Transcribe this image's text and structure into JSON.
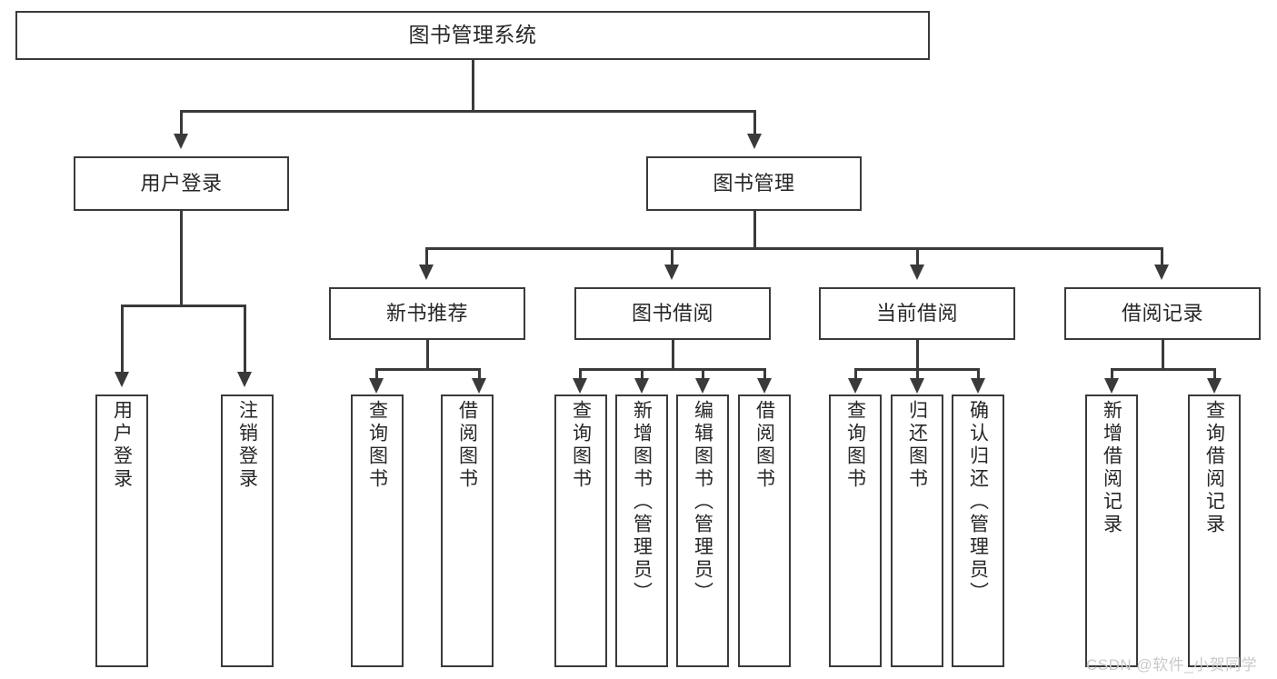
{
  "diagram": {
    "title": "图书管理系统",
    "watermark": "CSDN @软件_小贺同学",
    "accent_color": "#3a3a3a",
    "background_color": "#ffffff",
    "text_color": "#262626",
    "root": {
      "label": "图书管理系统"
    },
    "level2": [
      {
        "label": "用户登录"
      },
      {
        "label": "图书管理"
      }
    ],
    "level3": [
      {
        "label": "新书推荐"
      },
      {
        "label": "图书借阅"
      },
      {
        "label": "当前借阅"
      },
      {
        "label": "借阅记录"
      }
    ],
    "leaves": {
      "user_login": [
        {
          "label": "用户登录"
        },
        {
          "label": "注销登录"
        }
      ],
      "new_book": [
        {
          "label": "查询图书"
        },
        {
          "label": "借阅图书"
        }
      ],
      "borrow_book": [
        {
          "label": "查询图书"
        },
        {
          "label": "新增图书（管理员）"
        },
        {
          "label": "编辑图书（管理员）"
        },
        {
          "label": "借阅图书"
        }
      ],
      "current_borrow": [
        {
          "label": "查询图书"
        },
        {
          "label": "归还图书"
        },
        {
          "label": "确认归还（管理员）"
        }
      ],
      "borrow_record": [
        {
          "label": "新增借阅记录"
        },
        {
          "label": "查询借阅记录"
        }
      ]
    }
  }
}
